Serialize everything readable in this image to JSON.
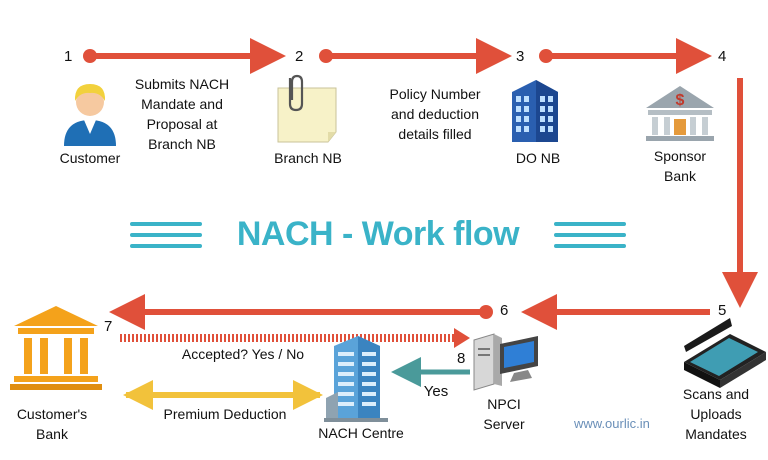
{
  "title": "NACH - Work flow",
  "watermark": "www.ourlic.in",
  "steps": [
    {
      "n": "1",
      "label": "Customer"
    },
    {
      "n": "2",
      "label": "Branch NB"
    },
    {
      "n": "3",
      "label": "DO NB"
    },
    {
      "n": "4",
      "label": "Sponsor\nBank"
    },
    {
      "n": "5",
      "label": "Scans and\nUploads\nMandates"
    },
    {
      "n": "6",
      "label": ""
    },
    {
      "n": "7",
      "label": "Customer's\nBank"
    },
    {
      "n": "8",
      "label": "NPCI\nServer"
    }
  ],
  "nach_centre": "NACH Centre",
  "annotations": {
    "a1": "Submits NACH\nMandate and\nProposal at\nBranch NB",
    "a2": "Policy Number\nand deduction\ndetails filled",
    "accepted": "Accepted? Yes / No",
    "yes": "Yes",
    "premium": "Premium Deduction"
  },
  "colors": {
    "red_arrow": "#e0503a",
    "teal": "#3ab3c8",
    "teal_arrow": "#4a9a9a",
    "orange": "#f4a21b",
    "yellow_arrow": "#f2c23b",
    "bank_gray": "#9aa5ad",
    "watermark": "#6a8fb8"
  },
  "icons": {
    "customer": "person-icon",
    "branch": "paper-clip-note-icon",
    "do": "office-building-icon",
    "sponsor": "bank-dollar-icon",
    "scanner": "scanner-icon",
    "customer_bank": "bank-icon",
    "nach": "skyscraper-icon",
    "npci": "computer-server-icon"
  }
}
